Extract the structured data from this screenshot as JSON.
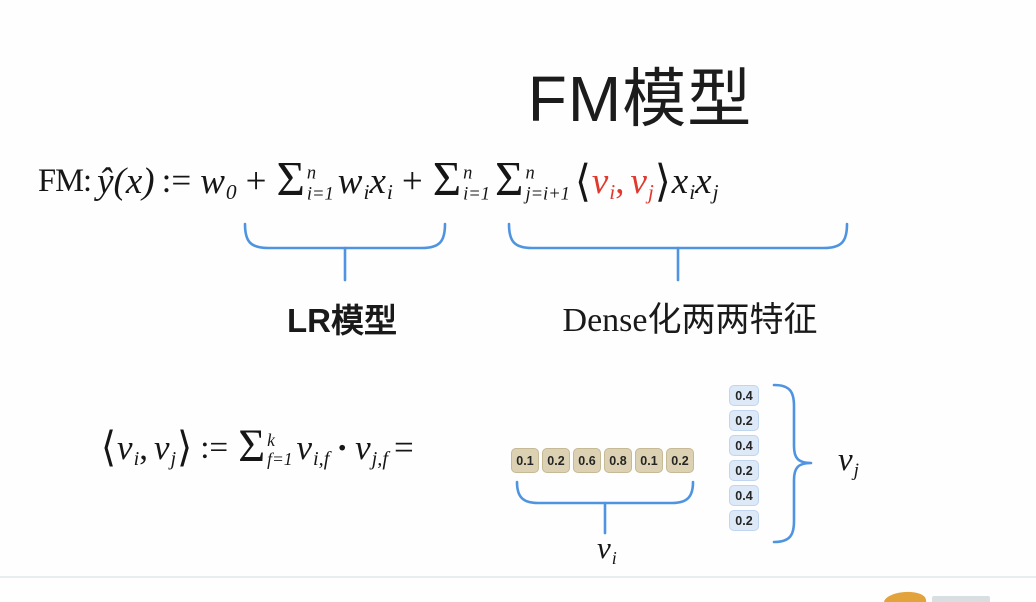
{
  "page": {
    "background": "#fefefe",
    "accent_blue": "#4f94e0",
    "accent_red": "#e0392e",
    "tan_cell_color": "#dcd2b3",
    "blue_cell_color": "#dde9f7"
  },
  "title": {
    "text": "FM模型"
  },
  "formula_main": {
    "prefix": "FM:",
    "yhat": "ŷ(x)",
    "assign": ":=",
    "w_base": "w",
    "w_sub": "0",
    "plus_1": "+",
    "sigma_1": "Σ",
    "sigma_1_sup": "n",
    "sigma_1_sub": "i=1",
    "wi_base": "w",
    "wi_sub": "i",
    "xi_base": "x",
    "xi_sub": "i",
    "plus_2": "+",
    "sigma_2": "Σ",
    "sigma_2_sup": "n",
    "sigma_2_sub": "i=1",
    "sigma_3": "Σ",
    "sigma_3_sup": "n",
    "sigma_3_sub": "j=i+1",
    "langle": "⟨",
    "vi_base": "v",
    "vi_sub": "i",
    "comma": ",",
    "vj_base": "v",
    "vj_sub": "j",
    "rangle": "⟩",
    "xi2_base": "x",
    "xi2_sub": "i",
    "xj_base": "x",
    "xj_sub": "j"
  },
  "annotations": {
    "lr_label": "LR模型",
    "dense_label": "Dense化两两特征"
  },
  "formula_inner": {
    "langle": "⟨",
    "vi_base": "v",
    "vi_sub": "i",
    "comma": ",",
    "vj_base": "v",
    "vj_sub": "j",
    "rangle": "⟩",
    "assign": ":=",
    "sigma": "Σ",
    "sigma_sup": "k",
    "sigma_sub": "f=1",
    "vif_base": "v",
    "vif_sub": "i,f",
    "cdot": "·",
    "vjf_base": "v",
    "vjf_sub": "j,f",
    "equals": "="
  },
  "vectors": {
    "vi": {
      "values": [
        "0.1",
        "0.2",
        "0.6",
        "0.8",
        "0.1",
        "0.2"
      ],
      "label_base": "v",
      "label_sub": "i"
    },
    "vj": {
      "values": [
        "0.4",
        "0.2",
        "0.4",
        "0.2",
        "0.4",
        "0.2"
      ],
      "label_base": "v",
      "label_sub": "j"
    }
  },
  "footer": {
    "brand_logo_icon": "orange-brand-logo"
  }
}
